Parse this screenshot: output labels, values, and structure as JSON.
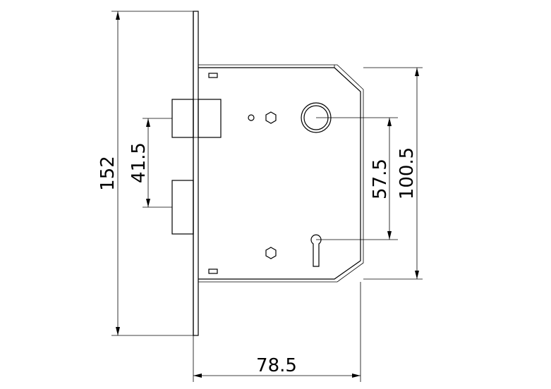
{
  "dimensions": {
    "faceplate_height": "152",
    "bolt_spacing": "41.5",
    "centre_distance": "57.5",
    "case_height": "100.5",
    "backset": "78.5"
  },
  "colors": {
    "line": "#000000",
    "background": "#ffffff"
  }
}
